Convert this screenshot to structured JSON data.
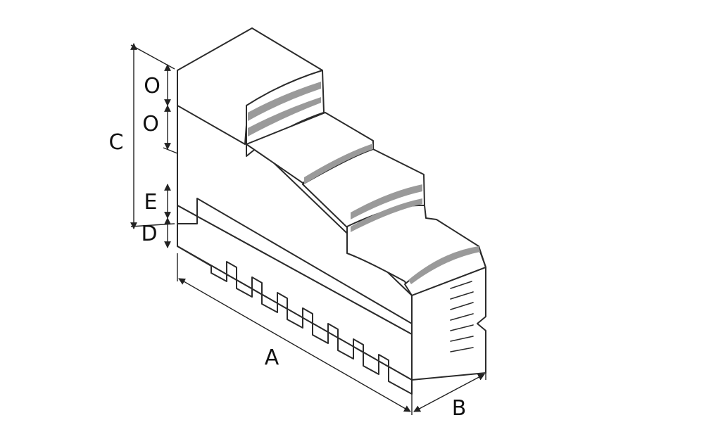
{
  "colors": {
    "line": "#2b2b2b",
    "shade": "#9a9a9a",
    "background": "#ffffff"
  },
  "labels": {
    "o_top": "O",
    "o_mid": "O",
    "c": "C",
    "e": "E",
    "d": "D",
    "a": "A",
    "b": "B"
  }
}
